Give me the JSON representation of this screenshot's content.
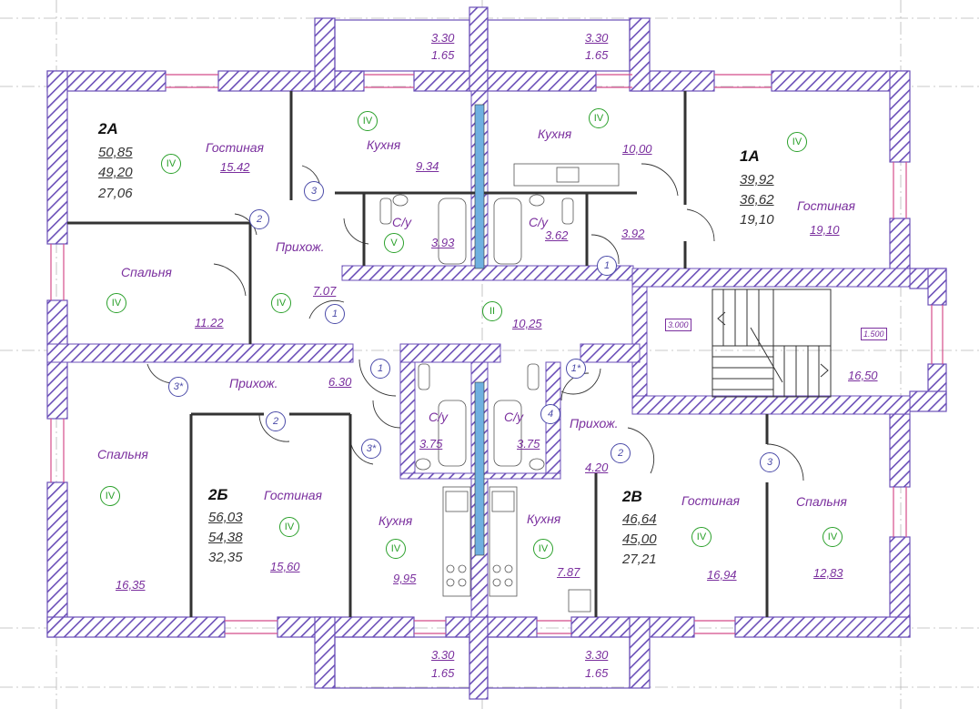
{
  "apartments": {
    "a2A": {
      "name": "2А",
      "total": "50,85",
      "living_total": "49,20",
      "living": "27,06"
    },
    "a1A": {
      "name": "1А",
      "total": "39,92",
      "living_total": "36,62",
      "living": "19,10"
    },
    "a2B": {
      "name": "2Б",
      "total": "56,03",
      "living_total": "54,38",
      "living": "32,35"
    },
    "a2V": {
      "name": "2В",
      "total": "46,64",
      "living_total": "45,00",
      "living": "27,21"
    }
  },
  "rooms": {
    "gostinaya": "Гостиная",
    "kukhnya": "Кухня",
    "spalnya": "Спальня",
    "prikhozh": "Прихож.",
    "su": "С/у"
  },
  "areas": {
    "living_2a": "15.42",
    "kitchen_2a": "9.34",
    "kitchen_1a": "10,00",
    "living_1a": "19,10",
    "bath_2a": "3.93",
    "bath_1a": "3.62",
    "hall_1a": "3.92",
    "hall_2a": "7.07",
    "bed_2a": "11.22",
    "corridor": "10,25",
    "hall_2b": "6.30",
    "stair": "16,50",
    "bath_2b": "3.75",
    "bath_2v": "3.75",
    "hall_2v": "4.20",
    "bed_2b": "16,35",
    "living_2b": "15,60",
    "kitchen_2b": "9,95",
    "kitchen_2v": "7.87",
    "living_2v": "16,94",
    "bed_2v": "12,83"
  },
  "balconies": {
    "top_left_a": "3.30",
    "top_left_b": "1.65",
    "top_right_a": "3.30",
    "top_right_b": "1.65",
    "bot_left_a": "3.30",
    "bot_left_b": "1.65",
    "bot_right_a": "3.30",
    "bot_right_b": "1.65"
  },
  "stair_marks": {
    "left": "3.000",
    "right": "1.500"
  },
  "zones": {
    "iv": "IV",
    "v": "V",
    "ii": "II"
  },
  "doors": {
    "d1": "1",
    "d1s": "1*",
    "d2": "2",
    "d3": "3",
    "d3s": "3*",
    "d4": "4"
  },
  "colors": {
    "wall": "#6b4fb8",
    "label": "#7a2f9e",
    "zone": "#2aa02a",
    "door": "#4a4aa8",
    "window": "#d44c8a"
  }
}
